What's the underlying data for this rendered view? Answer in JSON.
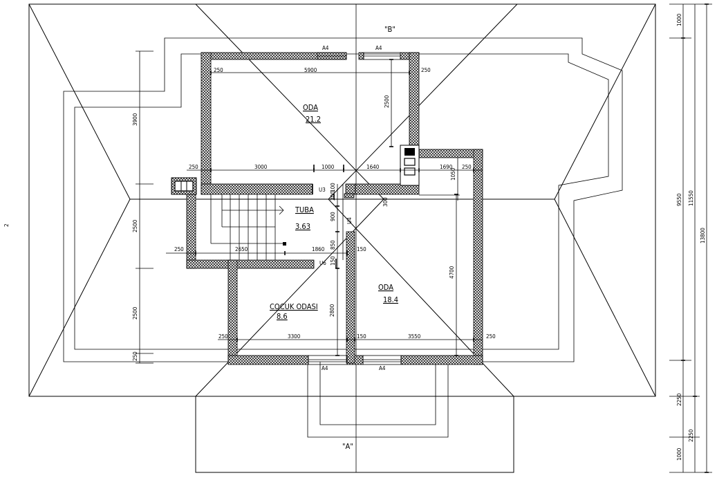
{
  "view_labels": {
    "top": "\"B\"",
    "bottom": "\"A\""
  },
  "rooms": [
    {
      "id": "oda-top",
      "name": "ODA",
      "area": "21.2"
    },
    {
      "id": "tuba",
      "name": "TUBA",
      "area": "3.63"
    },
    {
      "id": "cocuk-odasi",
      "name": "COCUK ODASI",
      "area": "8.6"
    },
    {
      "id": "oda-right",
      "name": "ODA",
      "area": "18.4"
    }
  ],
  "door_labels": {
    "u3": "U3",
    "u4": "U4",
    "u6": "U6"
  },
  "window_labels": {
    "a4_top_left": "A4",
    "a4_top_right": "A4",
    "a4_bottom_left": "A4",
    "a4_bottom_right": "A4"
  },
  "dimensions": {
    "top_room": {
      "left_wall": "250",
      "width": "5900",
      "right_wall": "250",
      "window_depth": "2500"
    },
    "middle_row": {
      "left_wall": "250",
      "d1": "3000",
      "d2": "1000",
      "d3": "1640",
      "d4": "1690",
      "right_wall": "250",
      "right_v": "1050"
    },
    "stair_row": {
      "left_wall": "250",
      "d1": "2650",
      "d2": "1860",
      "d3": "150"
    },
    "door_vertical": {
      "v1": "200",
      "v2": "100",
      "v3": "900",
      "v4": "850",
      "v5": "150",
      "v6": "300"
    },
    "bottom_row": {
      "left_wall": "250",
      "d1": "3300",
      "d2": "150",
      "d3": "3550",
      "right_wall": "250"
    },
    "bottom_room": {
      "height": "2800",
      "oda_height": "4700"
    },
    "left_vertical": {
      "v1": "3900",
      "v2": "2500",
      "v3": "2500",
      "v4": "250"
    },
    "right_vertical": {
      "top": "1000",
      "mid": "9550",
      "mid2": "11550",
      "overall": "13800",
      "low1": "2250",
      "low2": "2250",
      "bottom": "1000"
    },
    "left_edge_mark": "2"
  }
}
